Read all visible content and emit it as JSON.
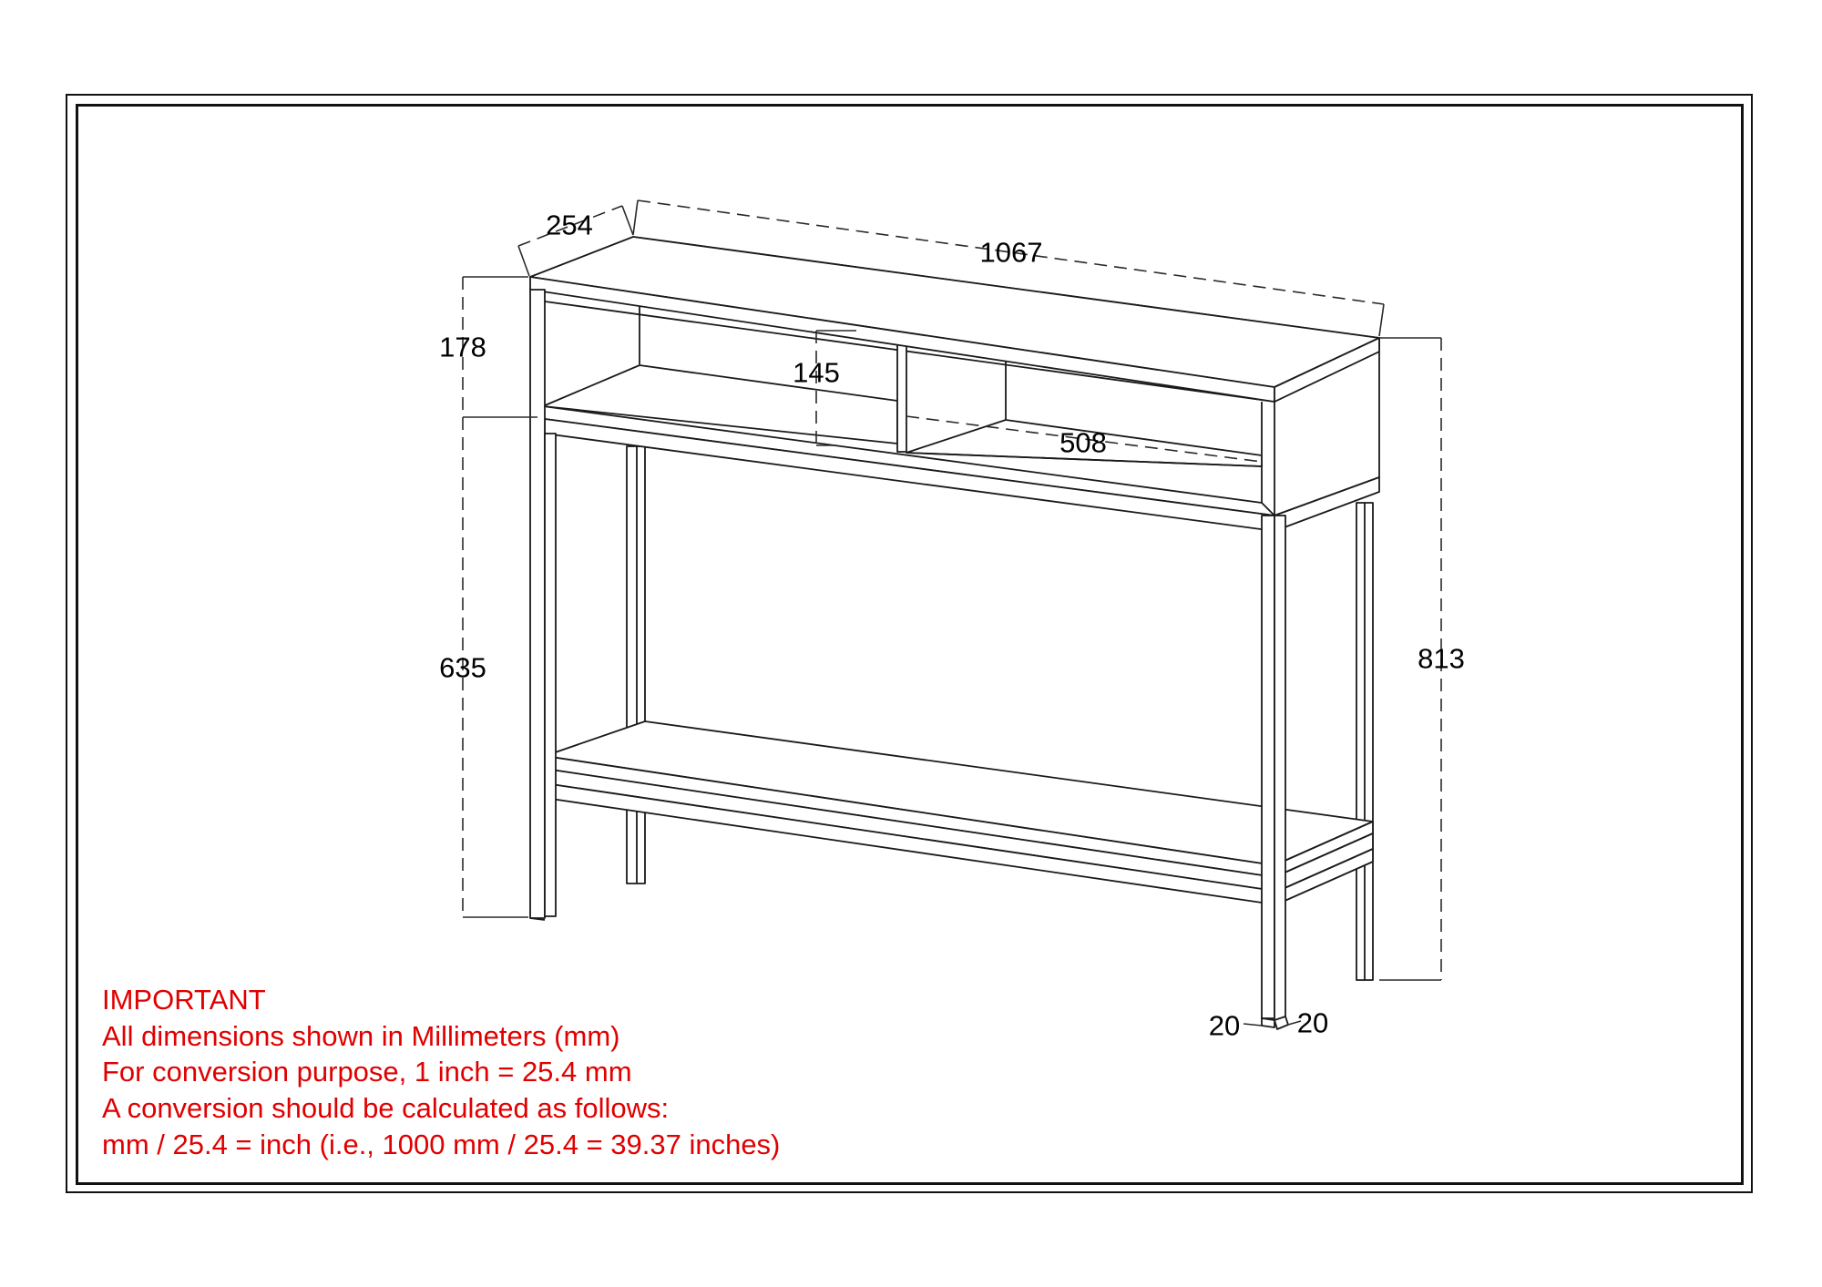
{
  "drawing": {
    "subject": "console table with open upper compartments and lower shelf",
    "unit": "mm",
    "dimensions": {
      "depth": "254",
      "width": "1067",
      "upper_section_height": "178",
      "compartment_inner_height": "145",
      "compartment_width": "508",
      "leg_height": "635",
      "total_height": "813",
      "leg_thickness_a": "20",
      "leg_thickness_b": "20"
    }
  },
  "note": {
    "color": "#e00000",
    "lines": [
      "IMPORTANT",
      "All dimensions shown in Millimeters (mm)",
      "For conversion purpose, 1 inch = 25.4 mm",
      "A conversion should be calculated as follows:",
      "mm / 25.4 = inch (i.e., 1000 mm / 25.4 = 39.37 inches)"
    ]
  }
}
